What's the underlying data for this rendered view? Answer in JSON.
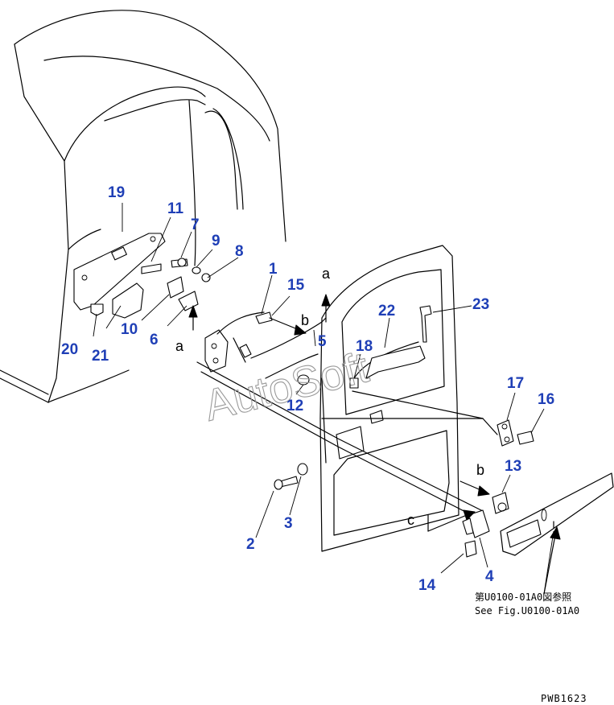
{
  "callouts": {
    "c1": "1",
    "c2": "2",
    "c3": "3",
    "c4": "4",
    "c5": "5",
    "c6": "6",
    "c7": "7",
    "c8": "8",
    "c9": "9",
    "c10": "10",
    "c11": "11",
    "c12": "12",
    "c13": "13",
    "c14": "14",
    "c15": "15",
    "c16": "16",
    "c17": "17",
    "c18": "18",
    "c19": "19",
    "c20": "20",
    "c21": "21",
    "c22": "22",
    "c23": "23"
  },
  "connector_letters": {
    "a_upper": "a",
    "a_lower": "a",
    "b_upper": "b",
    "b_lower": "b",
    "c_lower": "c"
  },
  "reference_note": {
    "japanese": "第U0100-01A0図参照",
    "english": "See Fig.U0100-01A0"
  },
  "watermark": "AutoSoft",
  "drawing_code": "PWB1623",
  "colors": {
    "callout": "#1f3fb6",
    "line": "#000000",
    "watermark": "#9a9a9a"
  }
}
